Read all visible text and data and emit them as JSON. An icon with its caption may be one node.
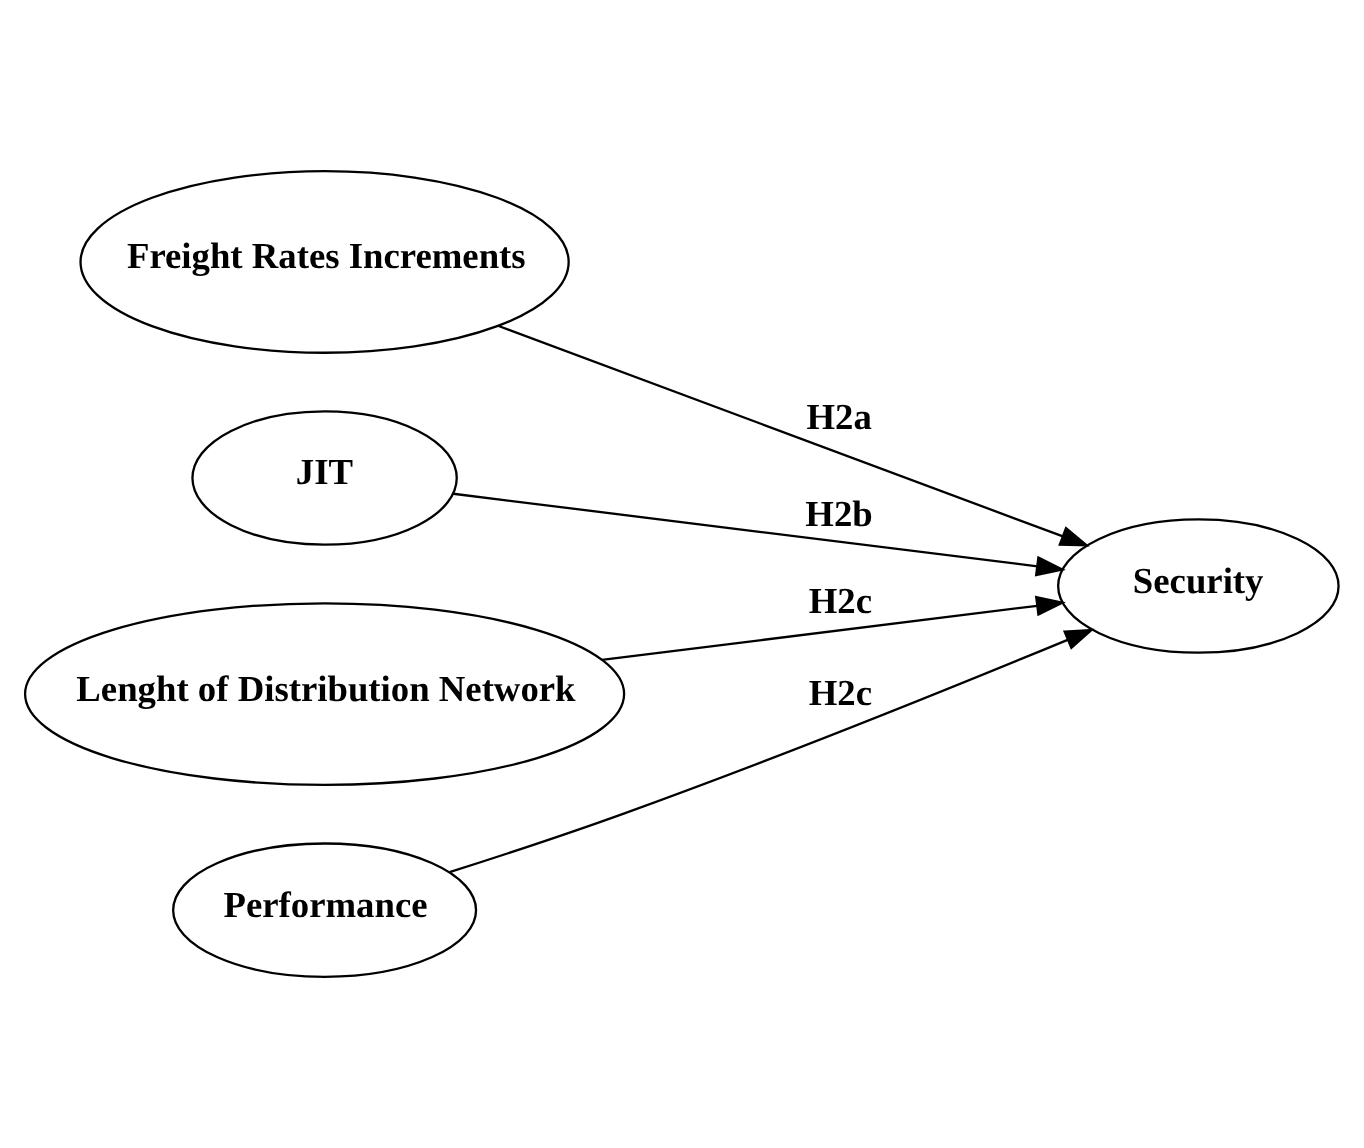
{
  "diagram": {
    "nodes": [
      {
        "text": [
          "Freight Rates Increments"
        ]
      },
      {
        "text": [
          "JIT"
        ]
      },
      {
        "text": [
          "Lenght of Distribution Network"
        ]
      },
      {
        "text": [
          "Performance"
        ]
      },
      {
        "text": [
          "Security"
        ]
      }
    ],
    "edges": [
      {
        "from": 0,
        "to": 4,
        "arrow": "to",
        "label": "H2a"
      },
      {
        "from": 1,
        "to": 4,
        "arrow": "to",
        "label": "H2b"
      },
      {
        "from": 2,
        "to": 4,
        "arrow": "to",
        "label": "H2c"
      },
      {
        "from": 3,
        "to": 4,
        "arrow": "to",
        "label": "H2c"
      }
    ]
  }
}
